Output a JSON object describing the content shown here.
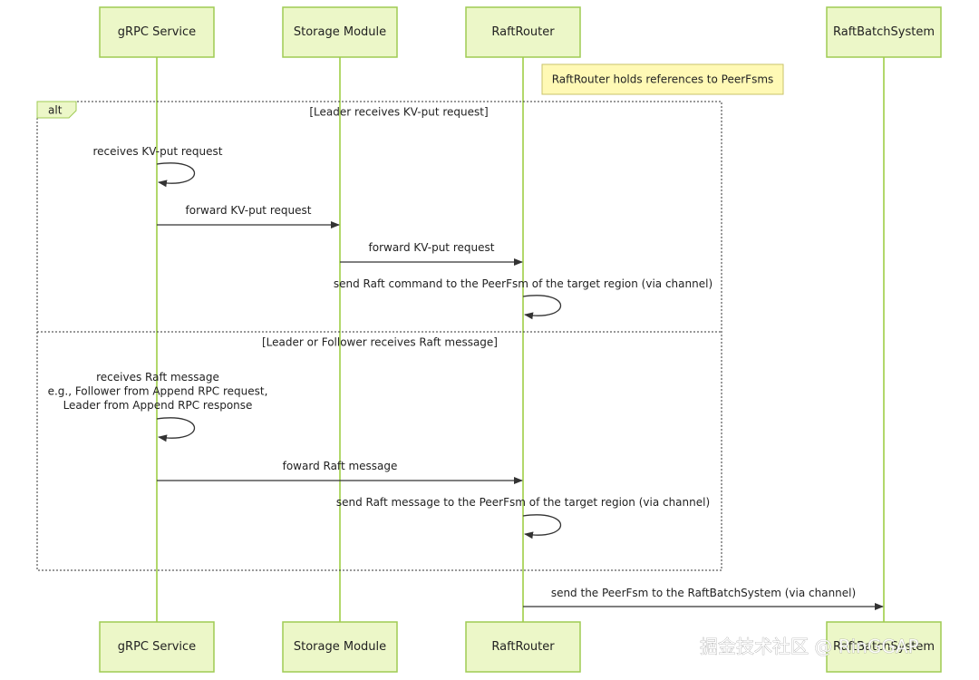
{
  "actors": [
    {
      "id": "grpc",
      "label": "gRPC Service"
    },
    {
      "id": "storage",
      "label": "Storage Module"
    },
    {
      "id": "router",
      "label": "RaftRouter"
    },
    {
      "id": "batch",
      "label": "RaftBatchSystem"
    }
  ],
  "note": {
    "text": "RaftRouter holds references to PeerFsms"
  },
  "alt": {
    "tag": "alt",
    "section1_label": "[Leader receives KV-put request]",
    "section2_label": "[Leader or Follower receives Raft message]"
  },
  "messages": [
    {
      "id": "m1",
      "from": "grpc",
      "to": "grpc",
      "lines": [
        "receives KV-put request"
      ]
    },
    {
      "id": "m2",
      "from": "grpc",
      "to": "storage",
      "lines": [
        "forward KV-put request"
      ]
    },
    {
      "id": "m3",
      "from": "storage",
      "to": "router",
      "lines": [
        "forward KV-put request"
      ]
    },
    {
      "id": "m4",
      "from": "router",
      "to": "router",
      "lines": [
        "send Raft command to the PeerFsm of the target region (via channel)"
      ]
    },
    {
      "id": "m5",
      "from": "grpc",
      "to": "grpc",
      "lines": [
        "receives Raft message",
        "e.g., Follower from Append RPC request,",
        "Leader from Append RPC response"
      ]
    },
    {
      "id": "m6",
      "from": "grpc",
      "to": "router",
      "lines": [
        "foward Raft message"
      ]
    },
    {
      "id": "m7",
      "from": "router",
      "to": "router",
      "lines": [
        "send Raft message to the PeerFsm of the target region (via channel)"
      ]
    },
    {
      "id": "m8",
      "from": "router",
      "to": "batch",
      "lines": [
        "send the PeerFsm to the RaftBatchSystem (via channel)"
      ]
    }
  ],
  "watermark": "掘金技术社区 @ RinGGAP",
  "colors": {
    "actor_fill": "#ECF7C8",
    "actor_border": "#9FCB53",
    "lifeline": "#B2D86B",
    "note_fill": "#FFF9B5",
    "arrow": "#333333"
  }
}
